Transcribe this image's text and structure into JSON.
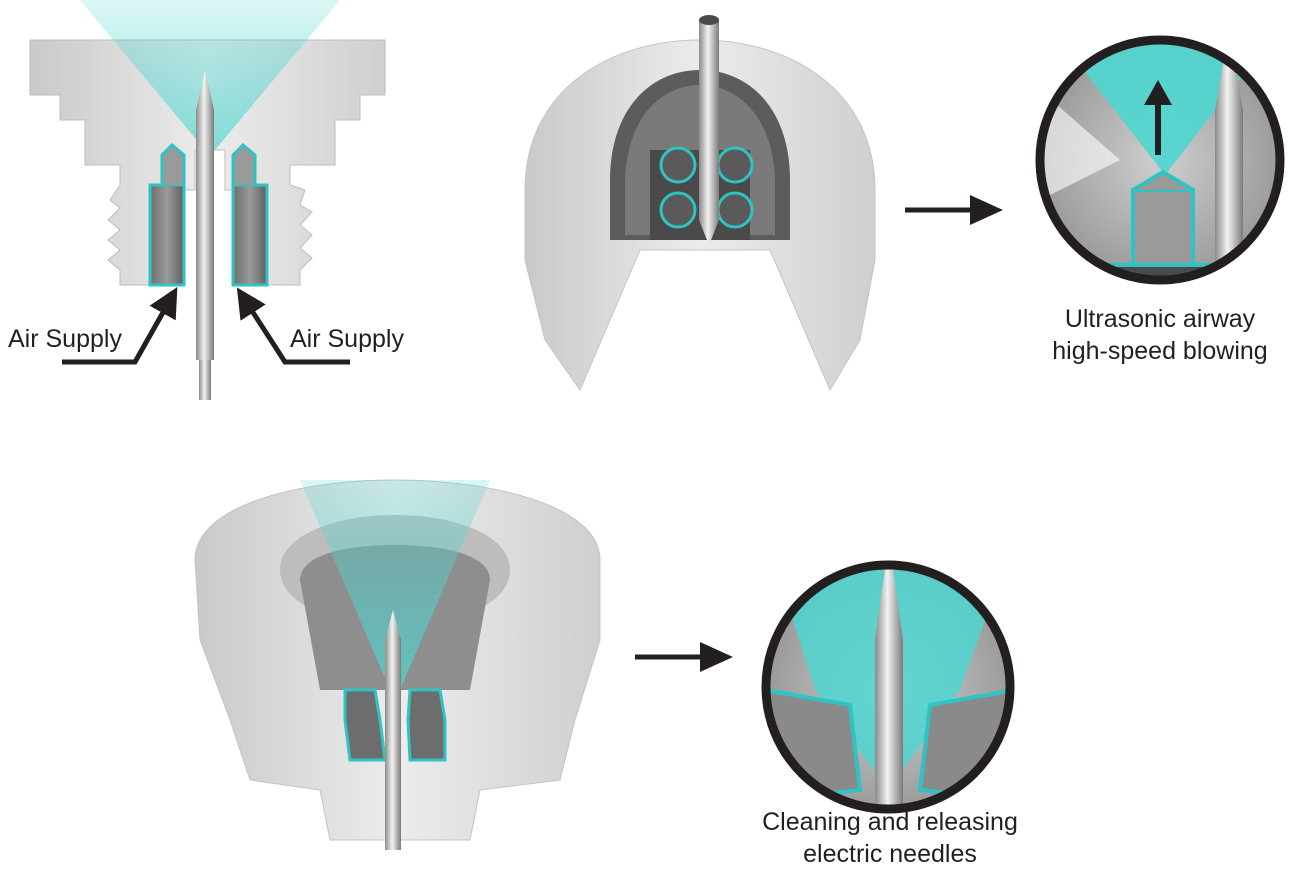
{
  "labels": {
    "air_supply_left": "Air Supply",
    "air_supply_right": "Air Supply",
    "caption_top": [
      "Ultrasonic airway",
      "high-speed blowing"
    ],
    "caption_bottom": [
      "Cleaning and releasing",
      "electric needles"
    ]
  },
  "colors": {
    "accent_cyan": "#4fd6d0",
    "outline_cyan": "#2ec4c4",
    "arrow": "#231f20",
    "body_gray": "#d9d9d9",
    "needle": "#bdbdbd"
  },
  "icons": [
    "arrow-right-icon",
    "arrow-right-icon",
    "arrow-up-icon",
    "arrow-pointer-icon"
  ]
}
